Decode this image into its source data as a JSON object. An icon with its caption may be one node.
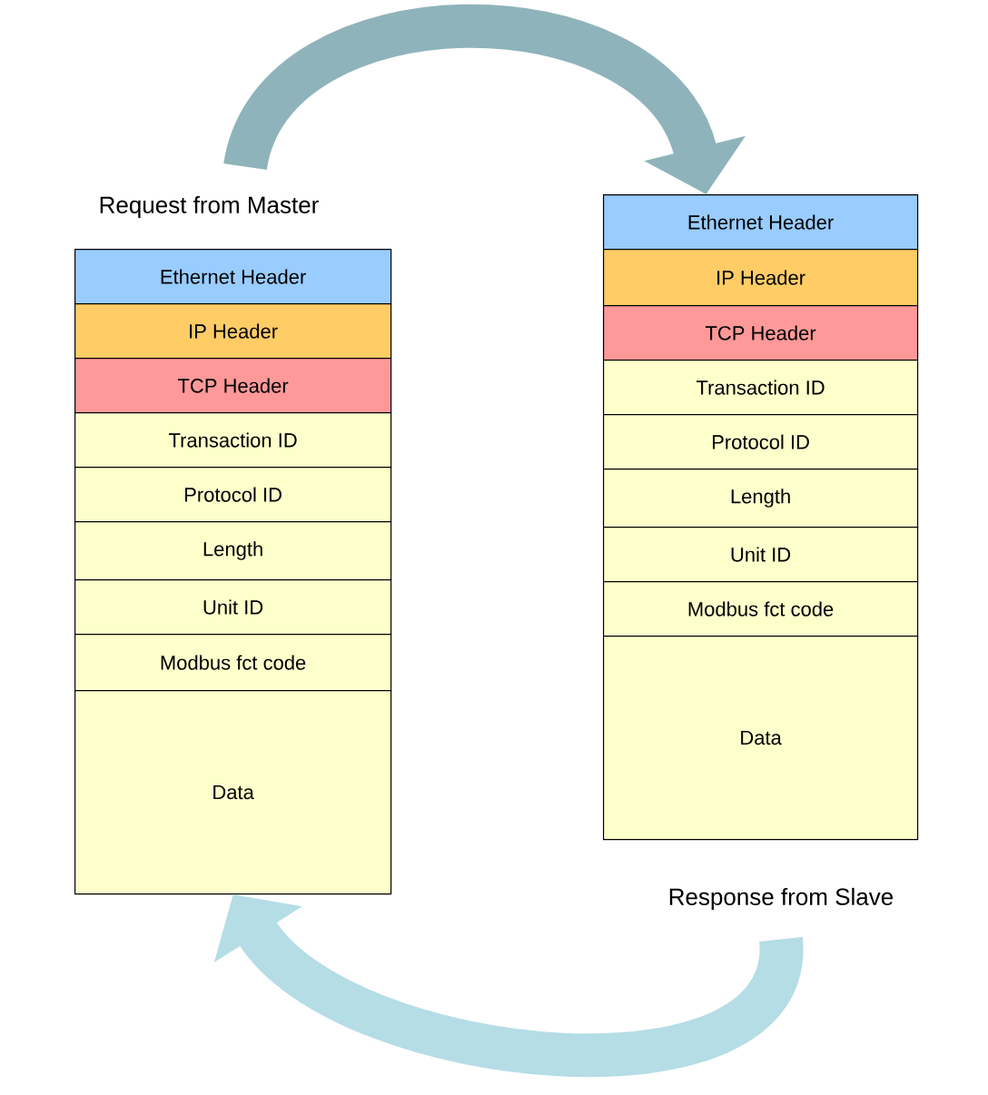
{
  "diagram": {
    "nodes": [
      {
        "text": [
          "Request from Master"
        ]
      },
      {
        "text": [
          "Ethernet Header"
        ]
      },
      {
        "text": [
          "IP Header"
        ]
      },
      {
        "text": [
          "TCP Header"
        ]
      },
      {
        "text": [
          "Transaction ID"
        ]
      },
      {
        "text": [
          "Protocol ID"
        ]
      },
      {
        "text": [
          "Length"
        ]
      },
      {
        "text": [
          "Unit ID"
        ]
      },
      {
        "text": [
          "Modbus fct code"
        ]
      },
      {
        "text": [
          "Data"
        ]
      },
      {
        "text": [
          "Ethernet Header"
        ]
      },
      {
        "text": [
          "IP Header"
        ]
      },
      {
        "text": [
          "TCP Header"
        ]
      },
      {
        "text": [
          "Transaction ID"
        ]
      },
      {
        "text": [
          "Protocol ID"
        ]
      },
      {
        "text": [
          "Length"
        ]
      },
      {
        "text": [
          "Unit ID"
        ]
      },
      {
        "text": [
          "Modbus fct code"
        ]
      },
      {
        "text": [
          "Data"
        ]
      },
      {
        "text": [
          "Response from Slave"
        ]
      }
    ],
    "edges": [
      {
        "from": 0,
        "to": 10,
        "arrow": "to",
        "color": "#8fb3ba"
      },
      {
        "from": 19,
        "to": 9,
        "arrow": "to",
        "color": "#b5dde6"
      }
    ]
  }
}
